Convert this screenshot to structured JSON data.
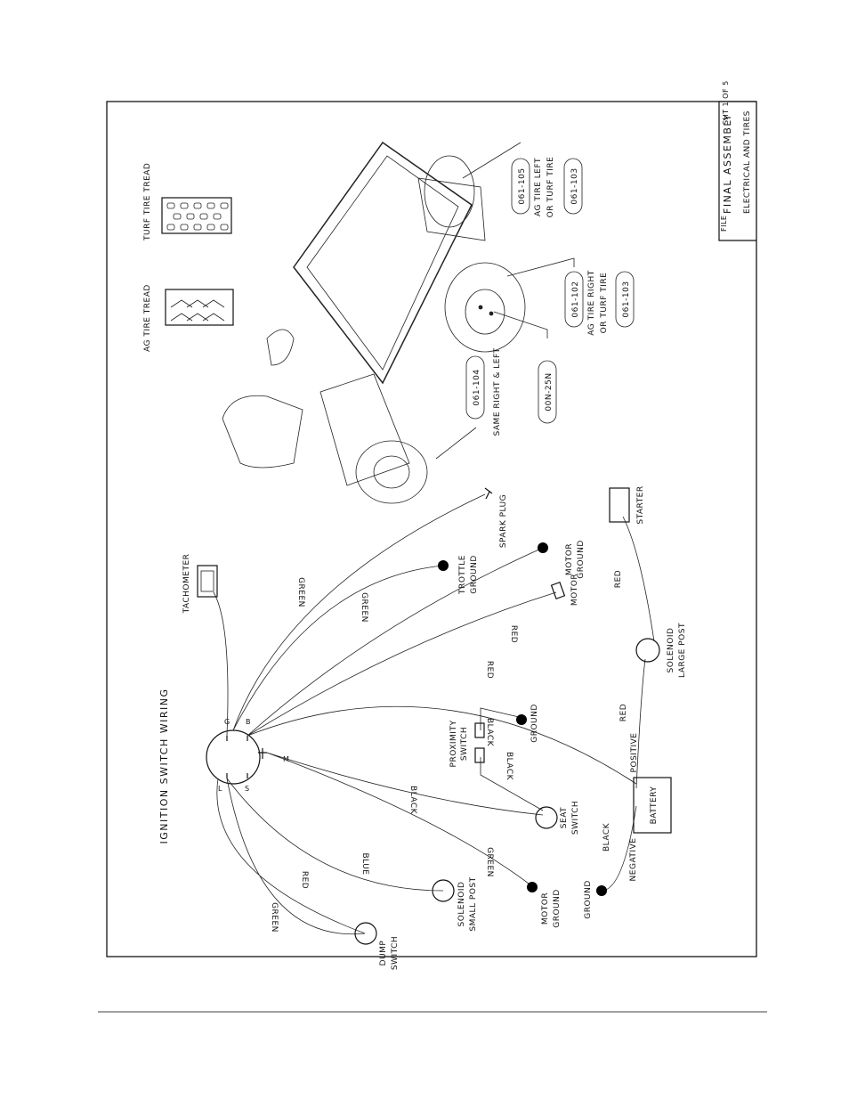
{
  "title_block": {
    "prefix": "FILE",
    "title": "FINAL ASSEMBLY",
    "sheet": "SHT 1 OF 5",
    "subtitle": "ELECTRICAL AND TIRES"
  },
  "tread": {
    "ag": "AG TIRE TREAD",
    "turf": "TURF TIRE TREAD"
  },
  "parts": {
    "p105": "061-105",
    "left_l1": "AG TIRE LEFT",
    "left_l2": "OR TURF TIRE",
    "p103a": "061-103",
    "p102": "061-102",
    "right_l1": "AG TIRE RIGHT",
    "right_l2": "OR TURF TIRE",
    "p103b": "061-103",
    "p104": "061-104",
    "same": "SAME RIGHT & LEFT",
    "p25n": "00N-25N"
  },
  "wiring": {
    "title": "IGNITION SWITCH WIRING",
    "tachometer": "TACHOMETER",
    "green1": "GREEN",
    "green2": "GREEN",
    "spark_plug": "SPARK PLUG",
    "trottle1": "TROTTLE",
    "trottle2": "GROUND",
    "motor_ground1": "MOTOR",
    "motor_ground2": "GROUND",
    "motor": "MOTOR",
    "red1": "RED",
    "red2": "RED",
    "starter": "STARTER",
    "red3": "RED",
    "sol_large1": "SOLENOID",
    "sol_large2": "LARGE POST",
    "red4": "RED",
    "positive": "POSITIVE",
    "prox1": "PROXIMITY",
    "prox2": "SWITCH",
    "black1": "BLACK",
    "ground1": "GROUND",
    "black2": "BLACK",
    "black3": "BLACK",
    "seat1": "SEAT",
    "seat2": "SWITCH",
    "battery": "BATTERY",
    "black4": "BLACK",
    "negative": "NEGATIVE",
    "ground2": "GROUND",
    "mg2_1": "MOTOR",
    "mg2_2": "GROUND",
    "green3": "GREEN",
    "blue": "BLUE",
    "sol_small1": "SOLENOID",
    "sol_small2": "SMALL POST",
    "red5": "RED",
    "green4": "GREEN",
    "dump1": "DUMP",
    "dump2": "SWITCH",
    "term_g": "G",
    "term_b": "B",
    "term_l": "L",
    "term_s": "S",
    "term_m": "M"
  }
}
